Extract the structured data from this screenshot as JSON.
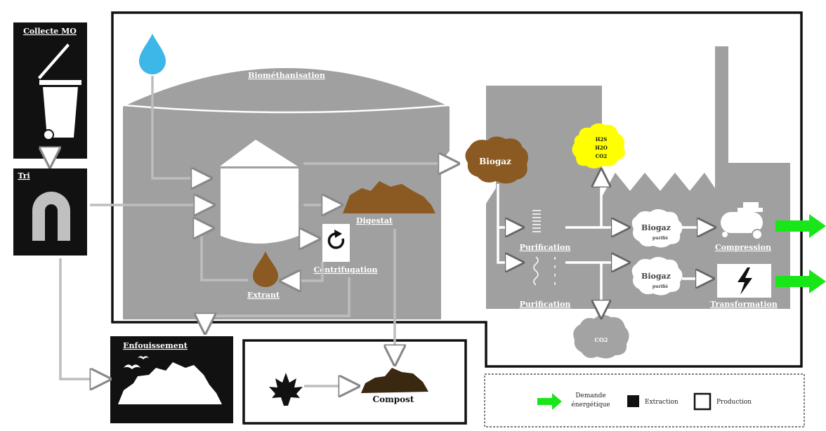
{
  "colors": {
    "extraction": "#111111",
    "production": "#ffffff",
    "plant_gray": "#a0a0a0",
    "water": "#3db6e8",
    "organic_brown": "#8a5a22",
    "toxic_yellow": "#ffff00",
    "energy_arrow": "#19e619",
    "co2_gray": "#a3a3a3"
  },
  "labels": {
    "collecte": "Collecte MO",
    "tri": "Tri",
    "methanisation": "Biométhanisation",
    "digestat": "Digestat",
    "centrifugation": "Centrifugation",
    "extrant": "Extrant",
    "biogaz": "Biogaz",
    "gaz_impurs": [
      "H2S",
      "H2O",
      "CO2"
    ],
    "purification_1": "Purification",
    "purification_2": "Purification",
    "biogaz_pur_1": "Biogaz",
    "biogaz_pur_1_sub": "purifié",
    "biogaz_pur_2": "Biogaz",
    "biogaz_pur_2_sub": "purifié",
    "compression": "Compression",
    "transformation": "Transformation",
    "co2": "CO2",
    "enfouissement": "Enfouissement",
    "compost": "Compost"
  },
  "legend": {
    "demande": "Demande",
    "energetique": "énergétique",
    "extraction": "Extraction",
    "production": "Production"
  },
  "icons": {
    "recycle": "recycle-icon",
    "lightning": "lightning-icon",
    "maple_leaf": "maple-leaf-icon",
    "magnet": "magnet-icon",
    "bin": "bin-icon",
    "water_drop": "water-drop-icon"
  }
}
